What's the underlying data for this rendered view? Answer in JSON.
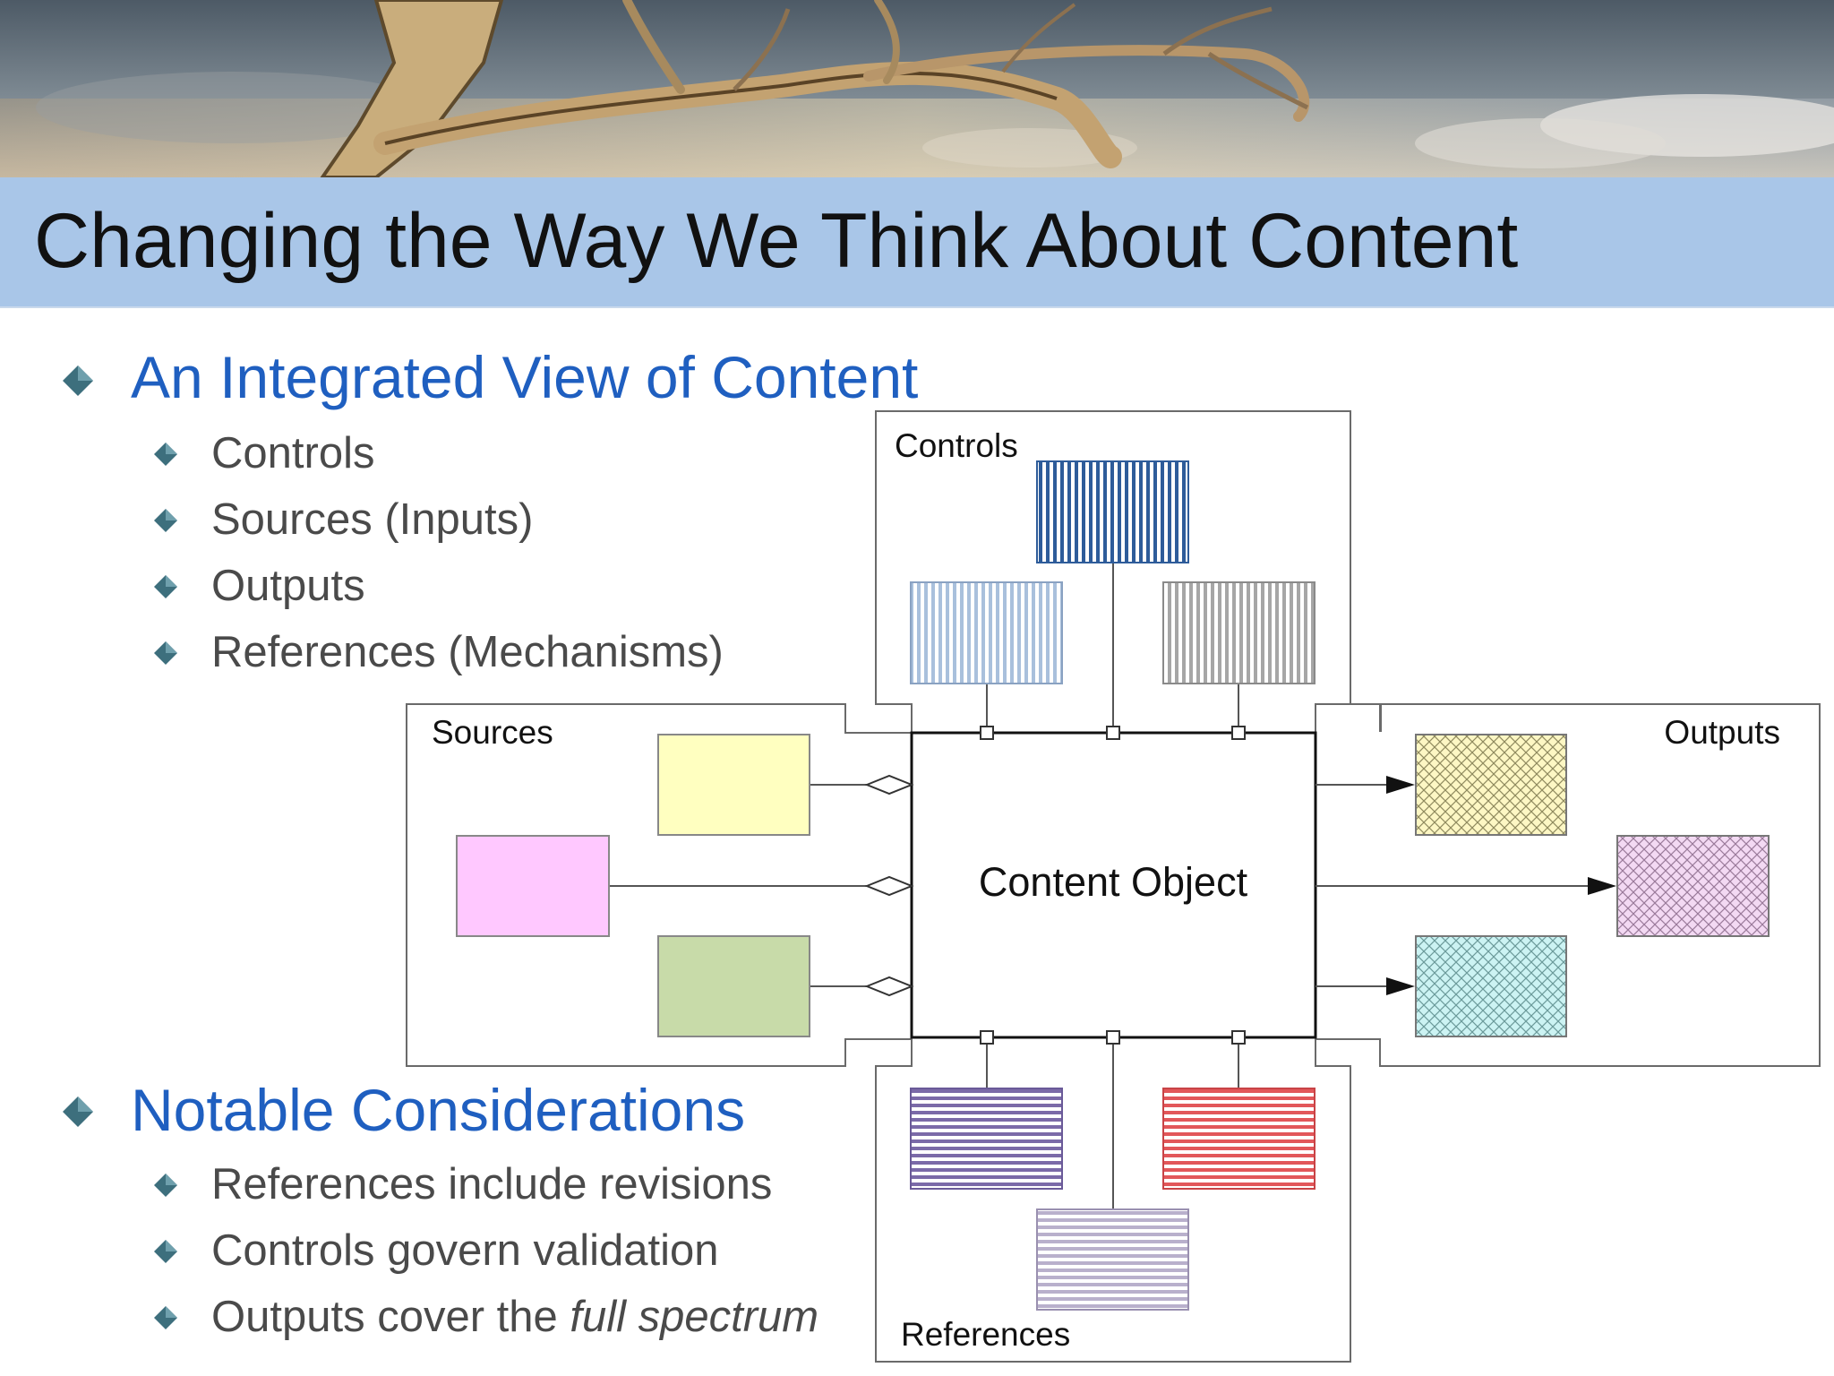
{
  "slide": {
    "title": "Changing the Way We Think About Content"
  },
  "section1": {
    "heading": "An Integrated View of Content",
    "items": [
      "Controls",
      "Sources (Inputs)",
      "Outputs",
      "References (Mechanisms)"
    ]
  },
  "section2": {
    "heading": "Notable Considerations",
    "items": [
      {
        "text": "References include revisions"
      },
      {
        "text": "Controls govern validation"
      },
      {
        "text": "Outputs cover the ",
        "emphasis": "full spectrum"
      }
    ]
  },
  "diagram": {
    "center_label": "Content Object",
    "controls_label": "Controls",
    "sources_label": "Sources",
    "outputs_label": "Outputs",
    "references_label": "References"
  },
  "colors": {
    "title_bar": "#a9c6e8",
    "heading": "#1f5fc0",
    "body_text": "#4a4a4a",
    "bullet": "#3d6f7d"
  }
}
